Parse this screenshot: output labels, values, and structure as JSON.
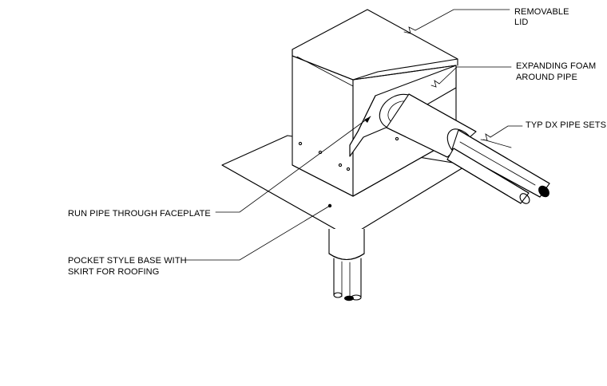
{
  "labels": {
    "removable_lid": [
      "REMOVABLE",
      "LID"
    ],
    "expanding_foam": [
      "EXPANDING FOAM",
      "AROUND PIPE"
    ],
    "dx_pipe_sets": [
      "TYP DX PIPE SETS"
    ],
    "run_pipe": [
      "RUN PIPE THROUGH FACEPLATE"
    ],
    "pocket_base": [
      "POCKET STYLE BASE WITH",
      "SKIRT FOR ROOFING"
    ]
  }
}
